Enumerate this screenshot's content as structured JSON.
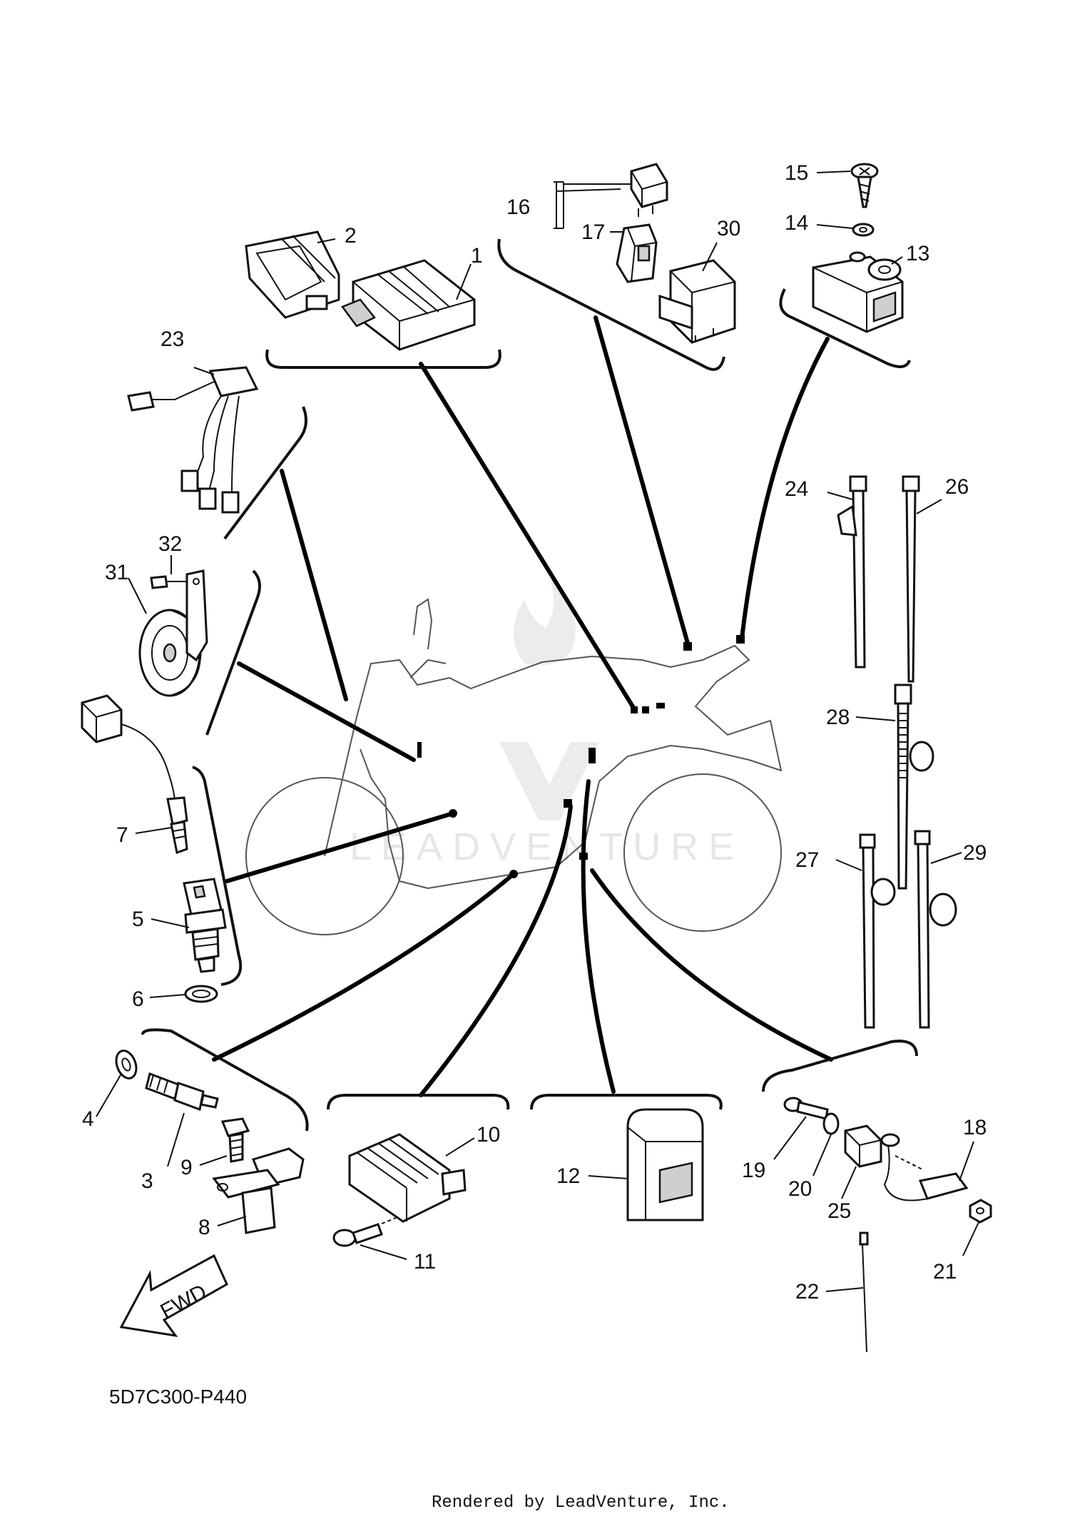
{
  "watermark": {
    "brand": "LEADVENTURE"
  },
  "diagram": {
    "code": "5D7C300-P440",
    "rendered_by": "Rendered by LeadVenture, Inc.",
    "fwd_label": "FWD"
  },
  "callouts": [
    {
      "id": "1",
      "label": "1"
    },
    {
      "id": "2",
      "label": "2"
    },
    {
      "id": "3",
      "label": "3"
    },
    {
      "id": "4",
      "label": "4"
    },
    {
      "id": "5",
      "label": "5"
    },
    {
      "id": "6",
      "label": "6"
    },
    {
      "id": "7",
      "label": "7"
    },
    {
      "id": "8",
      "label": "8"
    },
    {
      "id": "9",
      "label": "9"
    },
    {
      "id": "10",
      "label": "10"
    },
    {
      "id": "11",
      "label": "11"
    },
    {
      "id": "12",
      "label": "12"
    },
    {
      "id": "13",
      "label": "13"
    },
    {
      "id": "14",
      "label": "14"
    },
    {
      "id": "15",
      "label": "15"
    },
    {
      "id": "16",
      "label": "16"
    },
    {
      "id": "17",
      "label": "17"
    },
    {
      "id": "18",
      "label": "18"
    },
    {
      "id": "19",
      "label": "19"
    },
    {
      "id": "20",
      "label": "20"
    },
    {
      "id": "21",
      "label": "21"
    },
    {
      "id": "22",
      "label": "22"
    },
    {
      "id": "23",
      "label": "23"
    },
    {
      "id": "24",
      "label": "24"
    },
    {
      "id": "25",
      "label": "25"
    },
    {
      "id": "26",
      "label": "26"
    },
    {
      "id": "27",
      "label": "27"
    },
    {
      "id": "28",
      "label": "28"
    },
    {
      "id": "29",
      "label": "29"
    },
    {
      "id": "30",
      "label": "30"
    },
    {
      "id": "31",
      "label": "31"
    },
    {
      "id": "32",
      "label": "32"
    }
  ]
}
